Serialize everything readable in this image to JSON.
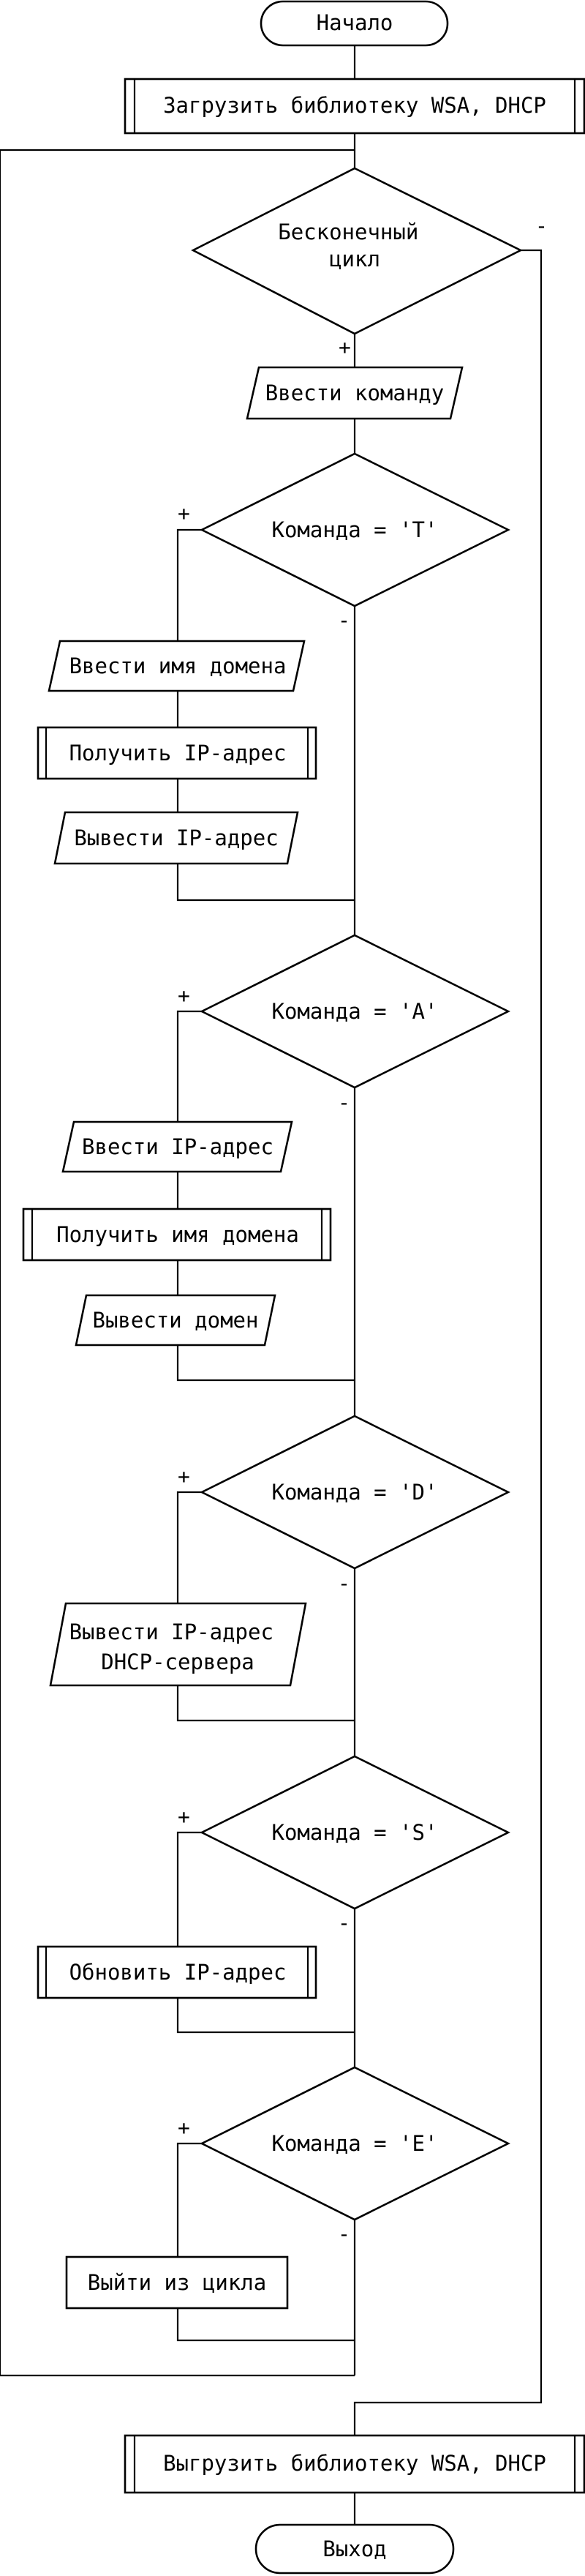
{
  "nodes": {
    "start": "Начало",
    "load_libs": "Загрузить библиотеку WSA, DHCP",
    "loop": [
      "Бесконечный",
      "цикл"
    ],
    "input_command": "Ввести команду",
    "cond_t": "Команда = 'T'",
    "input_domain": "Ввести имя домена",
    "get_ip": "Получить IP-адрес",
    "output_ip": "Вывести IP-адрес",
    "cond_a": "Команда = 'A'",
    "input_ip": "Ввести IP-адрес",
    "get_domain": "Получить имя домена",
    "output_domain": "Вывести домен",
    "cond_d": "Команда = 'D'",
    "output_dhcp": [
      "Вывести IP-адрес",
      "DHCP-сервера"
    ],
    "cond_s": "Команда = 'S'",
    "renew_ip": "Обновить IP-адрес",
    "cond_e": "Команда = 'E'",
    "exit_loop": "Выйти из цикла",
    "unload_libs": "Выгрузить библиотеку WSA, DHCP",
    "end": "Выход"
  },
  "marks": {
    "yes": "+",
    "no": "-"
  }
}
